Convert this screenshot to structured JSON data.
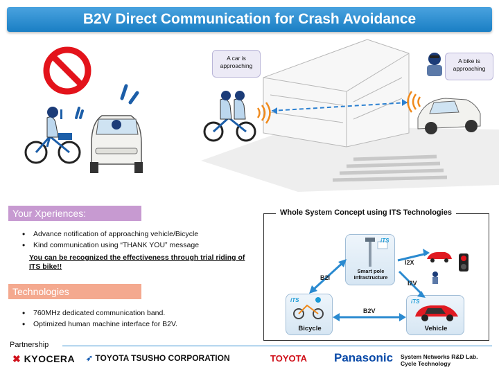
{
  "header": {
    "title": "B2V Direct Communication for Crash Avoidance"
  },
  "scene": {
    "bubble_left": "A car is approaching",
    "bubble_right": "A bike is approaching"
  },
  "xperiences": {
    "heading": "Your Xperiences:",
    "bullets": [
      "Advance notification of approaching vehicle/Bicycle",
      "Kind communication using “THANK YOU” message"
    ],
    "recognition": "You can be recognized the effectiveness through trial riding of ITS bike!!"
  },
  "technologies": {
    "heading": "Technologies",
    "bullets": [
      "760MHz dedicated communication band.",
      "Optimized human machine interface for B2V."
    ]
  },
  "concept": {
    "title": "Whole System Concept using ITS Technologies",
    "pole_label": "Smart pole Infrastructure",
    "bicycle_label": "Bicycle",
    "vehicle_label": "Vehicle",
    "i2b": "B2I",
    "i2x": "I2X",
    "i2v": "I2V",
    "b2v": "B2V",
    "its_tag": "iTS"
  },
  "partners": {
    "label": "Partnership",
    "kyocera": "KYOCERA",
    "tsusho": "TOYOTA TSUSHO CORPORATION",
    "toyota": "TOYOTA",
    "panasonic": "Panasonic",
    "snrd_line1": "System Networks R&D Lab.",
    "snrd_line2": "Cycle Technology"
  },
  "colors": {
    "title_bar": "#1a7fc4",
    "xperiences_head": "#c79ad1",
    "technologies_head": "#f4a98f",
    "toyota_red": "#d0101a",
    "panasonic_blue": "#0a4aa8"
  }
}
